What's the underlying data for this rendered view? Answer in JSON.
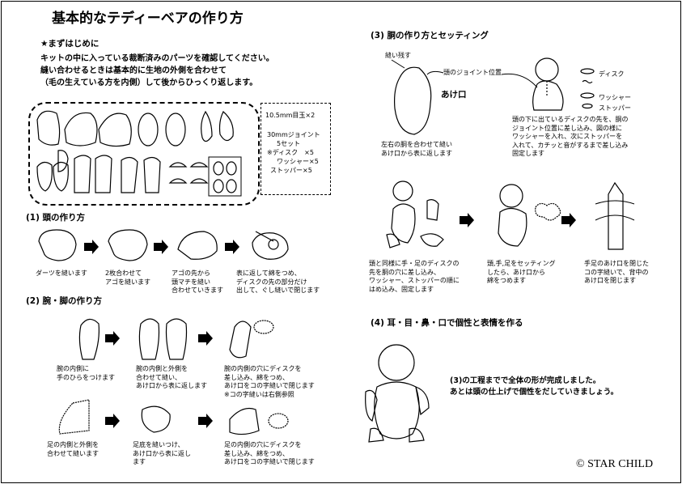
{
  "title": "基本的なテディーベアの作り方",
  "intro": {
    "heading": "★まずはじめに",
    "lines": [
      "キットの中に入っている裁断済みのパーツを確認してください。",
      "縫い合わせるときは基本的に生地の外側を合わせて",
      "（毛の生えている方を内側）して後からひっくり返します。"
    ]
  },
  "parts_box": {
    "eye": "10.5mm目玉×2",
    "joint": "30mmジョイント",
    "sets": "5セット",
    "disk": "※ディスク　×5",
    "washer": "ワッシャー×5",
    "stopper": "ストッパー×5"
  },
  "section1": {
    "heading": "(1) 頭の作り方",
    "captions": [
      "ダーツを縫います",
      "2枚合わせて\nアゴを縫います",
      "アゴの先から\n頭マチを縫い\n合わせていきます",
      "表に返して綿をつめ、\nディスクの先の部分だけ\n出して、ぐし縫いで閉じます"
    ]
  },
  "section2": {
    "heading": "(2) 腕・脚の作り方",
    "arm_captions": [
      "腕の内側に\n手のひらをつけます",
      "腕の内側と外側を\n合わせて縫い、\nあけ口から表に返します",
      "腕の内側の穴にディスクを\n差し込み、綿をつめ、\nあけ口をコの字縫いで閉じます\n※コの字縫いは右側参照"
    ],
    "leg_captions": [
      "足の内側と外側を\n合わせて縫います",
      "足底を縫いつけ、\nあけ口から表に返し\nます",
      "足の内側の穴にディスクを\n差し込み、綿をつめ、\nあけ口をコの字縫いで閉じます"
    ]
  },
  "section3": {
    "heading": "(3) 胴の作り方とセッティング",
    "label_nuinokoshi": "縫い残す",
    "label_joint_pos": "頭のジョイント位置",
    "label_akeguchi": "あけ口",
    "legend_disk": "ディスク",
    "legend_washer": "ワッシャー",
    "legend_stopper": "ストッパー",
    "caption_body": "左右の胴を合わせて縫い\nあけ口から表に返します",
    "caption_joint": "頭の下に出ているディスクの先を、胴の\nジョイント位置に差し込み、図の様に\nワッシャーを入れ、次にストッパーを\n入れて、カチッと音がするまで差し込み\n固定します",
    "caption_limbs": "頭と同様に手・足のディスクの\n先を胴の穴に差し込み、\nワッシャー、ストッパーの順に\nはめ込み、固定します",
    "caption_stuff": "頭,手,足をセッティング\nしたら、あけ口から\n綿をつめます",
    "caption_ladder": "手足のあけ口を閉じた\nコの字縫いで、背中の\nあけ口を閉じます"
  },
  "section4": {
    "heading": "(4) 耳・目・鼻・口で個性と表情を作る",
    "text": "(3)の工程までで全体の形が完成しました。\nあとは頭の仕上げで個性をだしていきましょう。"
  },
  "copyright": "© STAR CHILD"
}
